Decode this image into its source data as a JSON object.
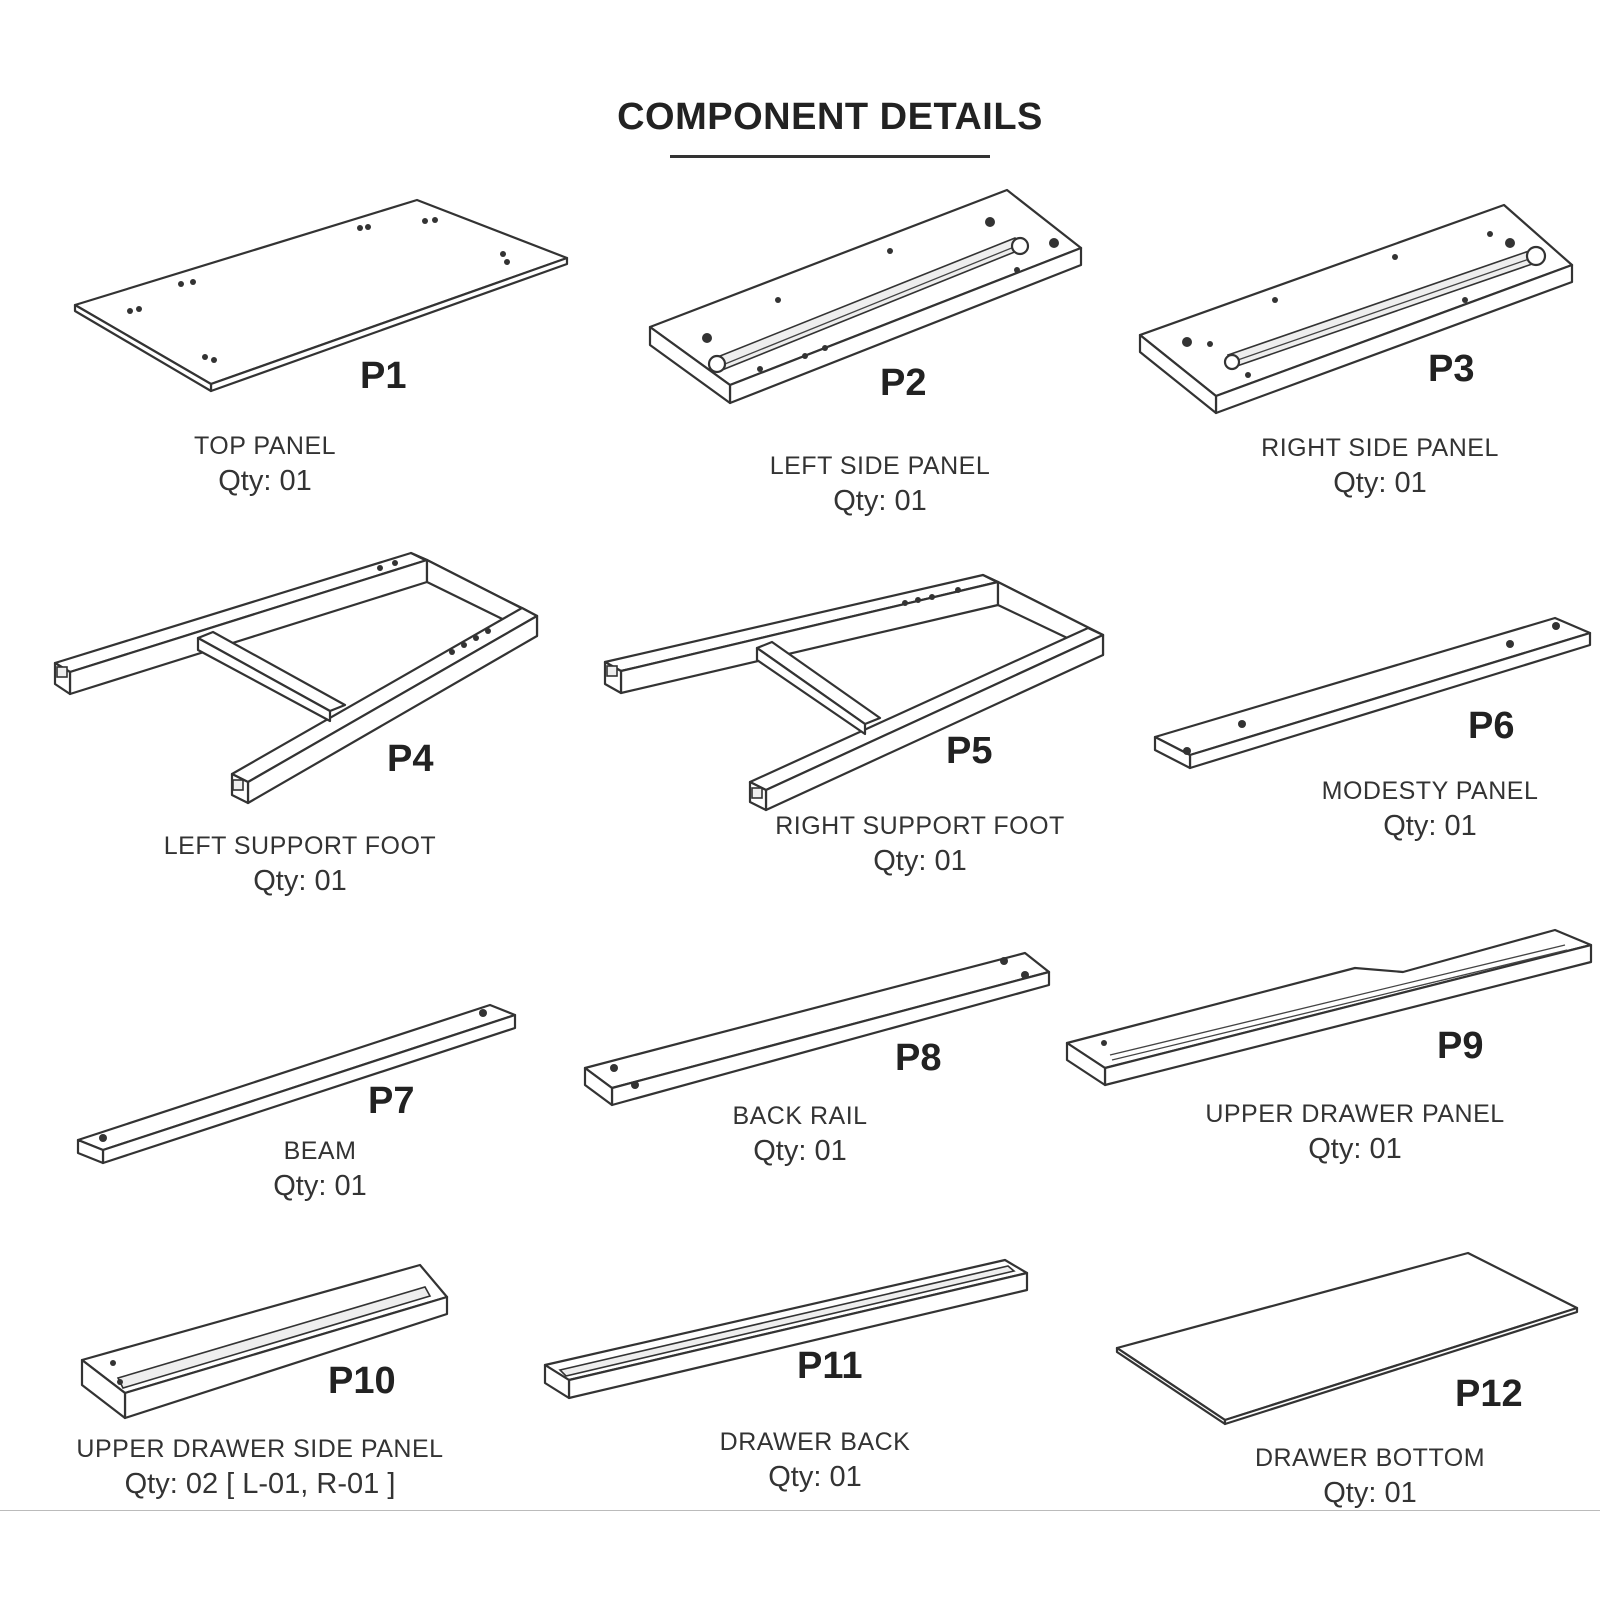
{
  "title": "COMPONENT DETAILS",
  "parts": [
    {
      "code": "P1",
      "name": "TOP PANEL",
      "qty": "Qty: 01"
    },
    {
      "code": "P2",
      "name": "LEFT SIDE PANEL",
      "qty": "Qty: 01"
    },
    {
      "code": "P3",
      "name": "RIGHT SIDE PANEL",
      "qty": "Qty: 01"
    },
    {
      "code": "P4",
      "name": "LEFT SUPPORT FOOT",
      "qty": "Qty: 01"
    },
    {
      "code": "P5",
      "name": "RIGHT SUPPORT FOOT",
      "qty": "Qty: 01"
    },
    {
      "code": "P6",
      "name": "MODESTY PANEL",
      "qty": "Qty: 01"
    },
    {
      "code": "P7",
      "name": "BEAM",
      "qty": "Qty: 01"
    },
    {
      "code": "P8",
      "name": "BACK RAIL",
      "qty": "Qty: 01"
    },
    {
      "code": "P9",
      "name": "UPPER DRAWER PANEL",
      "qty": "Qty: 01"
    },
    {
      "code": "P10",
      "name": "UPPER DRAWER SIDE PANEL",
      "qty": "Qty: 02 [ L-01, R-01 ]"
    },
    {
      "code": "P11",
      "name": "DRAWER BACK",
      "qty": "Qty: 01"
    },
    {
      "code": "P12",
      "name": "DRAWER BOTTOM",
      "qty": "Qty: 01"
    }
  ]
}
